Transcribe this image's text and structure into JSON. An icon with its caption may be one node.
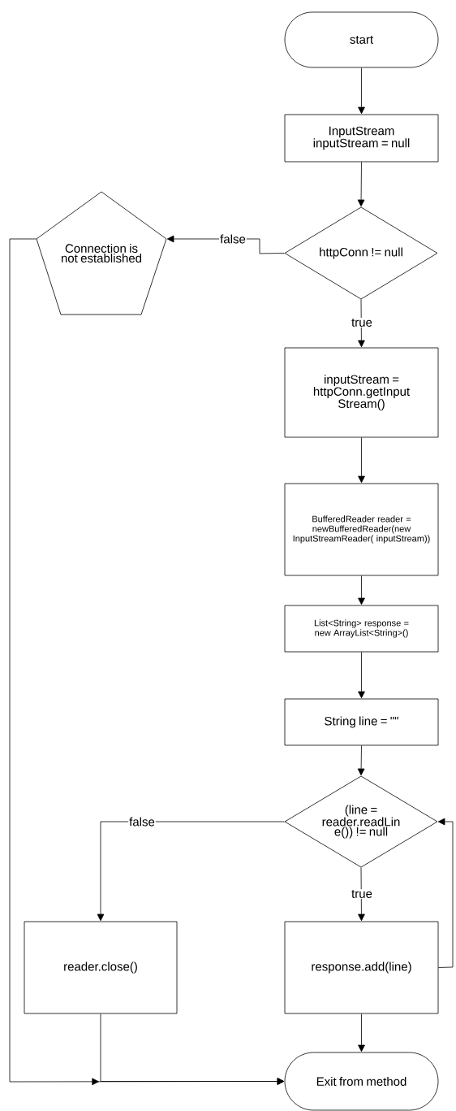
{
  "diagram": {
    "nodes": [
      {
        "text": [
          "start"
        ]
      },
      {
        "text": [
          "InputStream inputStream = null"
        ]
      },
      {
        "text": [
          "httpConn != null"
        ]
      },
      {
        "text": [
          "Connection is not established"
        ]
      },
      {
        "text": [
          "inputStream = httpConn.getInput Stream()"
        ]
      },
      {
        "text": [
          "BufferedReader reader = newBufferedReader(new InputStreamReader( inputStream))"
        ]
      },
      {
        "text": [
          "List<String> response = new ArrayList<String>()"
        ]
      },
      {
        "text": [
          "String line = \"\""
        ]
      },
      {
        "text": [
          "(line = reader.readLin e()) != null"
        ]
      },
      {
        "text": [
          "reader.close()"
        ]
      },
      {
        "text": [
          "response.add(line)"
        ]
      },
      {
        "text": [
          "Exit from method"
        ]
      }
    ],
    "edges": [
      {
        "from": 0,
        "to": 1,
        "arrow": "to"
      },
      {
        "from": 1,
        "to": 2,
        "arrow": "to"
      },
      {
        "from": 2,
        "to": 3,
        "arrow": "to",
        "label": "false"
      },
      {
        "from": 2,
        "to": 4,
        "arrow": "to",
        "label": "true"
      },
      {
        "from": 4,
        "to": 5,
        "arrow": "to"
      },
      {
        "from": 5,
        "to": 6,
        "arrow": "to"
      },
      {
        "from": 6,
        "to": 7,
        "arrow": "to"
      },
      {
        "from": 7,
        "to": 8,
        "arrow": "to"
      },
      {
        "from": 8,
        "to": 9,
        "arrow": "to",
        "label": "false"
      },
      {
        "from": 8,
        "to": 10,
        "arrow": "to",
        "label": "true"
      },
      {
        "from": 10,
        "to": 8,
        "arrow": "to"
      },
      {
        "from": 10,
        "to": 11,
        "arrow": "to"
      },
      {
        "from": 9,
        "to": 11,
        "arrow": "to"
      },
      {
        "from": 3,
        "to": 11,
        "arrow": "to"
      }
    ]
  }
}
